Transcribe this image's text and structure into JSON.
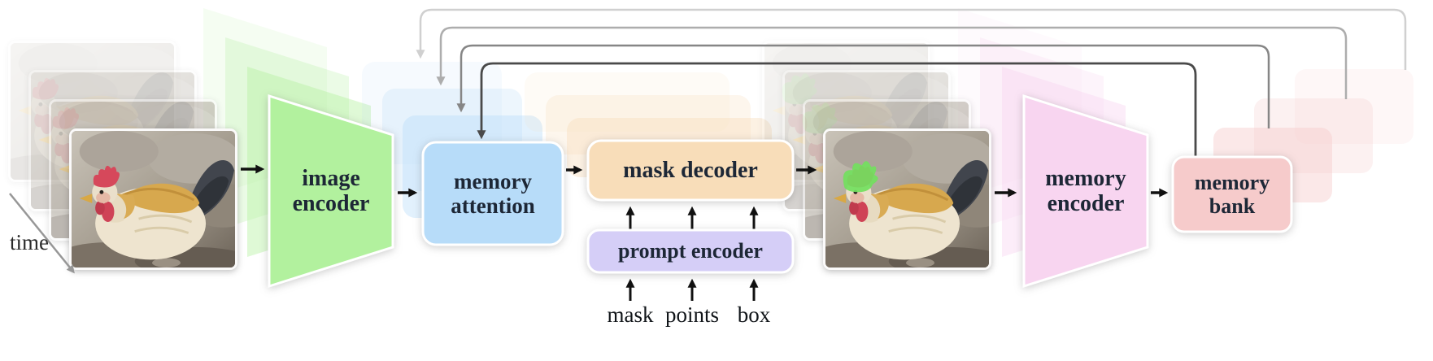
{
  "figure": {
    "time_axis_label": "time",
    "modules": {
      "image_encoder": {
        "label": "image encoder",
        "color": "#b2f19e"
      },
      "memory_attention": {
        "label": "memory attention",
        "color": "#b7dcf9"
      },
      "mask_decoder": {
        "label": "mask decoder",
        "color": "#f8ddb9"
      },
      "prompt_encoder": {
        "label": "prompt encoder",
        "color": "#d5cef7"
      },
      "memory_encoder": {
        "label": "memory encoder",
        "color": "#f8d5f0"
      },
      "memory_bank": {
        "label": "memory bank",
        "color": "#f6cbcb"
      }
    },
    "prompt_inputs": [
      {
        "label": "mask"
      },
      {
        "label": "points"
      },
      {
        "label": "box"
      }
    ],
    "connectors": {
      "flow_arrow_color": "#111111",
      "feedback_line_colors": [
        "#4a4a4a",
        "#868686",
        "#adadad",
        "#d0d0d0"
      ],
      "time_arrow_color": "#979797"
    },
    "text_color": "#1d2736"
  }
}
